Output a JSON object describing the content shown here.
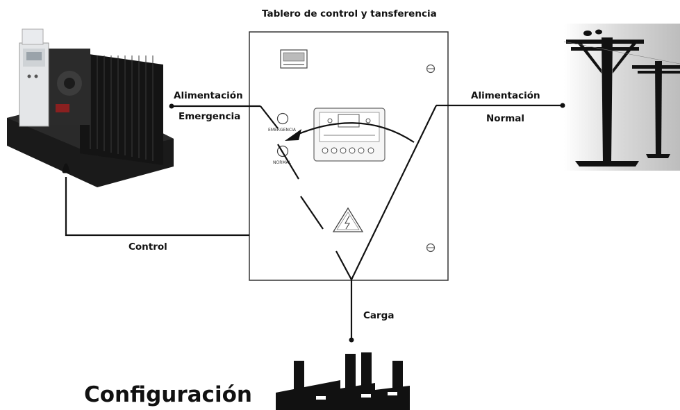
{
  "panel_title": "Tablero de control y tansferencia",
  "emergency_line1": "Alimentación",
  "emergency_line2": "Emergencia",
  "normal_line1": "Alimentación",
  "normal_line2": "Normal",
  "control_label": "Control",
  "load_label": "Carga",
  "bottom_title": "Configuración",
  "panel_labels": {
    "emergency": "EMERGENCIA",
    "normal": "NORMAL"
  },
  "colors": {
    "line": "#111111",
    "panel_border": "#333333",
    "panel_fill": "#ffffff"
  },
  "icons": [
    "generator-image",
    "power-poles-image",
    "factory-icon",
    "high-voltage-warning-icon",
    "controller-module-icon",
    "brand-logo"
  ]
}
